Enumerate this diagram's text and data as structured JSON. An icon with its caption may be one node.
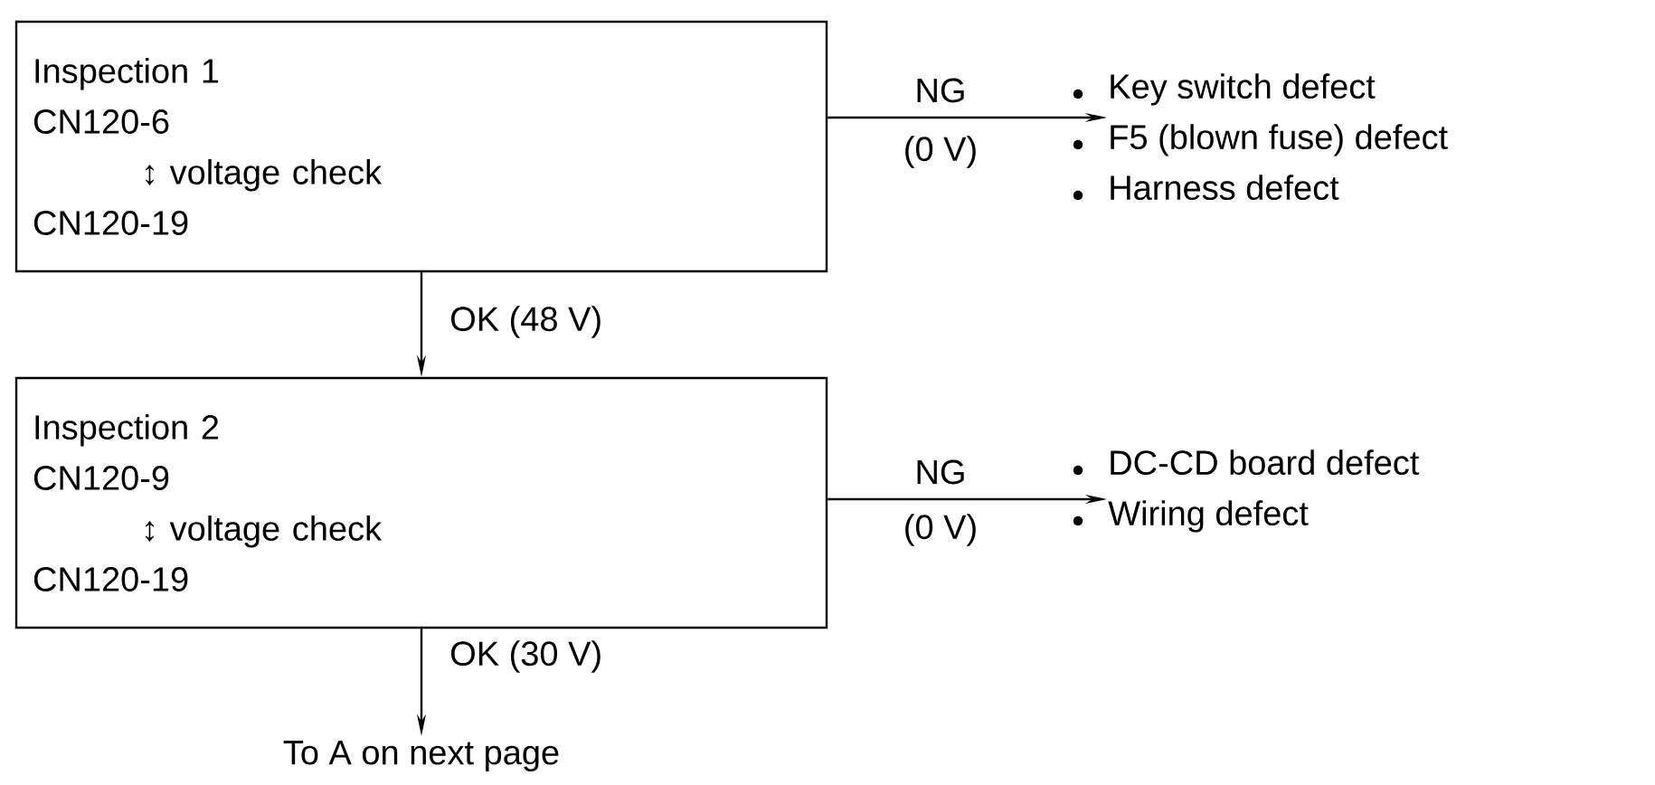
{
  "diagram": {
    "nodes": [
      {
        "text": [
          "Inspection 1",
          "CN120-6",
          "↕ voltage check",
          "CN120-19"
        ]
      },
      {
        "text": [
          "Key switch defect",
          "F5 (blown fuse) defect",
          "Harness defect"
        ]
      },
      {
        "text": [
          "Inspection 2",
          "CN120-9",
          "↕ voltage check",
          "CN120-19"
        ]
      },
      {
        "text": [
          "DC-CD board defect",
          "Wiring defect"
        ]
      },
      {
        "text": [
          "To A on next page"
        ]
      }
    ],
    "edges": [
      {
        "from": 0,
        "to": 1,
        "arrow": "to",
        "label": "NG"
      },
      {
        "from": 0,
        "to": 2,
        "arrow": "to",
        "label": "OK (48 V)"
      },
      {
        "from": 2,
        "to": 3,
        "arrow": "to",
        "label": "NG"
      },
      {
        "from": 2,
        "to": 4,
        "arrow": "to",
        "label": "OK (30 V)"
      }
    ],
    "labels": [
      "(0 V)",
      "(0 V)"
    ]
  }
}
